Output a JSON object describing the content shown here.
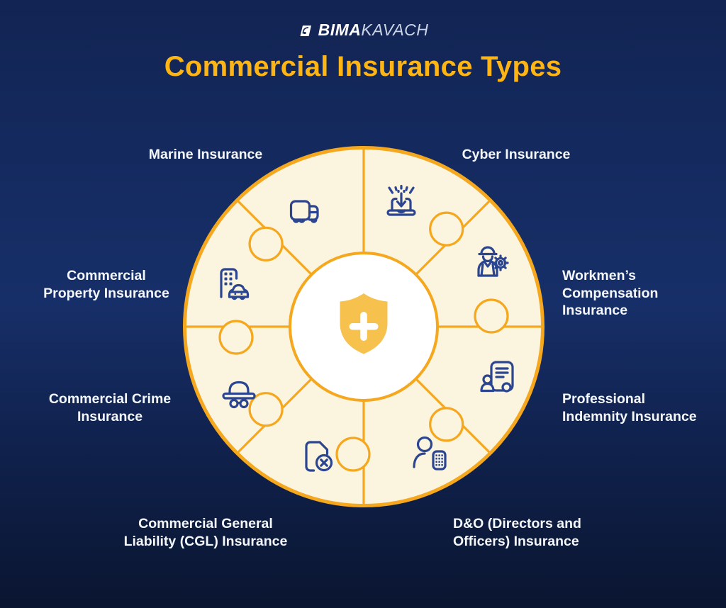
{
  "brand": {
    "bold": "BIMA",
    "light": "KAVACH",
    "logo_icon": "bimakavach-logo-icon"
  },
  "title": "Commercial Insurance Types",
  "colors": {
    "background_top": "#122453",
    "background_mid": "#172F68",
    "background_bottom": "#0A1530",
    "accent_orange": "#F5A71D",
    "puzzle_cream": "#FBF4DF",
    "icon_navy": "#2B4590",
    "title_amber": "#FDB515",
    "label_white": "#F4F7FB",
    "shield_amber": "#F7C14D",
    "center_white": "#FFFFFF"
  },
  "center": {
    "icon": "shield-plus-icon"
  },
  "labels": {
    "marine": {
      "lines": [
        "Marine Insurance"
      ],
      "icon": "truck-icon"
    },
    "cyber": {
      "lines": [
        "Cyber Insurance"
      ],
      "icon": "laptop-download-icon"
    },
    "workmens": {
      "lines": [
        "Workmen’s",
        "Compensation",
        "Insurance"
      ],
      "icon": "worker-gear-icon"
    },
    "professional": {
      "lines": [
        "Professional",
        "Indemnity Insurance"
      ],
      "icon": "certificate-person-icon"
    },
    "dno": {
      "lines": [
        "D&O (Directors and",
        "Officers) Insurance"
      ],
      "icon": "director-keypad-icon"
    },
    "cgl": {
      "lines": [
        "Commercial General",
        "Liability (CGL) Insurance"
      ],
      "icon": "document-excluded-icon"
    },
    "crime": {
      "lines": [
        "Commercial Crime",
        "Insurance"
      ],
      "icon": "spy-hat-icon"
    },
    "property": {
      "lines": [
        "Commercial",
        "Property Insurance"
      ],
      "icon": "building-car-icon"
    }
  }
}
